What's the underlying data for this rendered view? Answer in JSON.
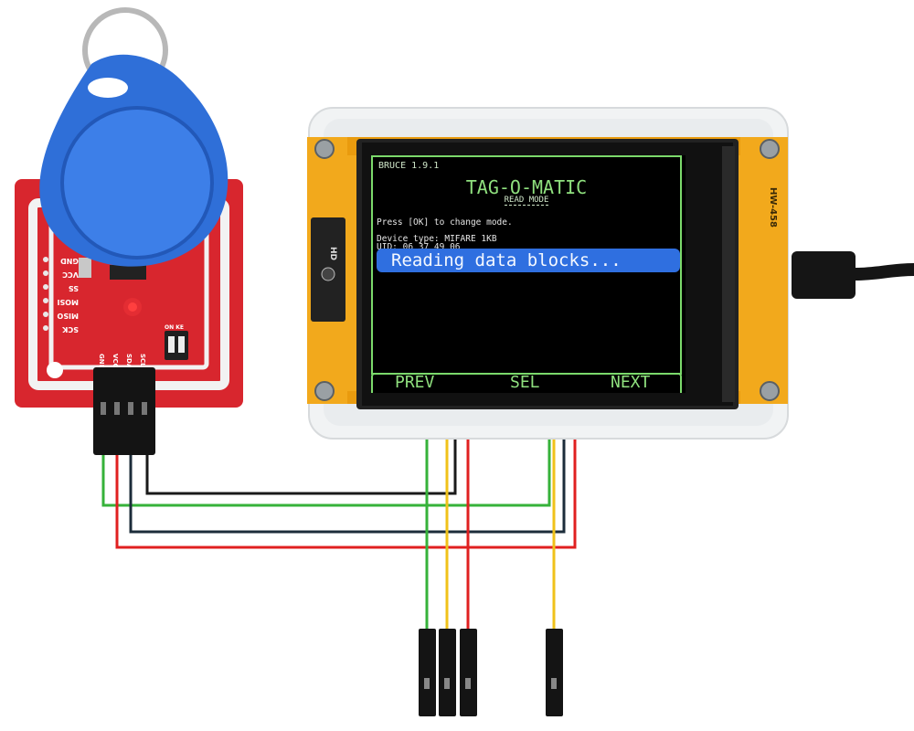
{
  "screen": {
    "version": "BRUCE 1.9.1",
    "title": "TAG-O-MATIC",
    "mode": "READ MODE",
    "hint": "Press [OK] to change mode.",
    "device_type": "Device type: MIFARE 1KB",
    "uid": "UID: 06 37 49 06",
    "status_banner": "Reading data blocks...",
    "buttons": {
      "prev": "PREV",
      "sel": "SEL",
      "next": "NEXT"
    }
  },
  "board": {
    "model_label": "HW-458",
    "side_label": "HD"
  },
  "rfid_module": {
    "pin_labels": [
      "GND",
      "VCC",
      "SS",
      "MOSI",
      "MISO",
      "SCK"
    ],
    "header_pins": [
      "GND",
      "VCC",
      "SDA",
      "SCL"
    ],
    "switch_label": "ON KE"
  },
  "colors": {
    "wire_green": "#36b23a",
    "wire_yellow": "#f0c21a",
    "wire_red": "#e02020",
    "wire_black": "#1a1a1a",
    "screen_text": "#7bd96b",
    "banner": "#2f6fe0",
    "pcb_red": "#d8262e",
    "frame_yellow": "#f2a91c",
    "keyfob_blue": "#2f6fd8"
  }
}
